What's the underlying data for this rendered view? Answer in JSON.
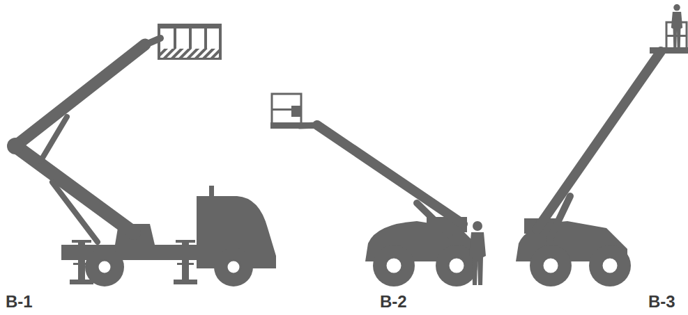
{
  "diagram": {
    "labels": [
      "B-1",
      "B-2",
      "B-3"
    ]
  }
}
